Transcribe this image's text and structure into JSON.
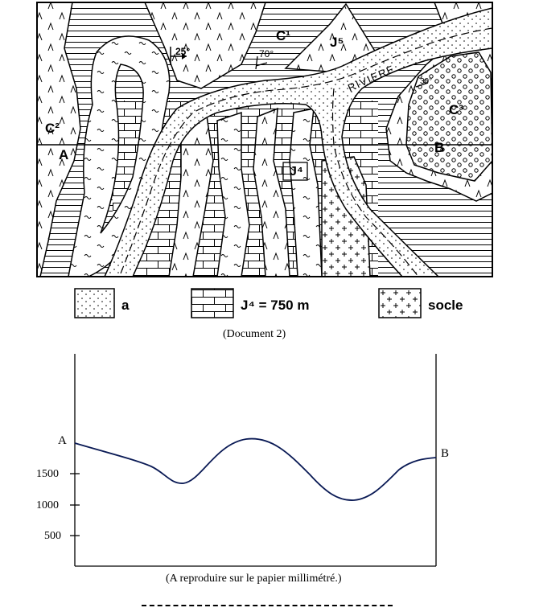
{
  "map": {
    "labels": {
      "c1": "C¹",
      "c2": "C²",
      "c3": "C³",
      "j5": "J⁵",
      "j4": "J⁴",
      "riviere": "RIVIERE",
      "point_a": "A",
      "point_b": "B",
      "dip_25": "25°",
      "dip_70": "70°",
      "dip_30": "30°"
    }
  },
  "legend": {
    "alluvium": "a",
    "j4_altitude": "J⁴ = 750 m",
    "basement": "socle"
  },
  "document_caption": "(Document 2)",
  "profile": {
    "start_label": "A",
    "end_label": "B",
    "ticks": [
      "1500",
      "1000",
      "500"
    ],
    "caption": "(A reproduire sur le papier millimétré.)"
  }
}
